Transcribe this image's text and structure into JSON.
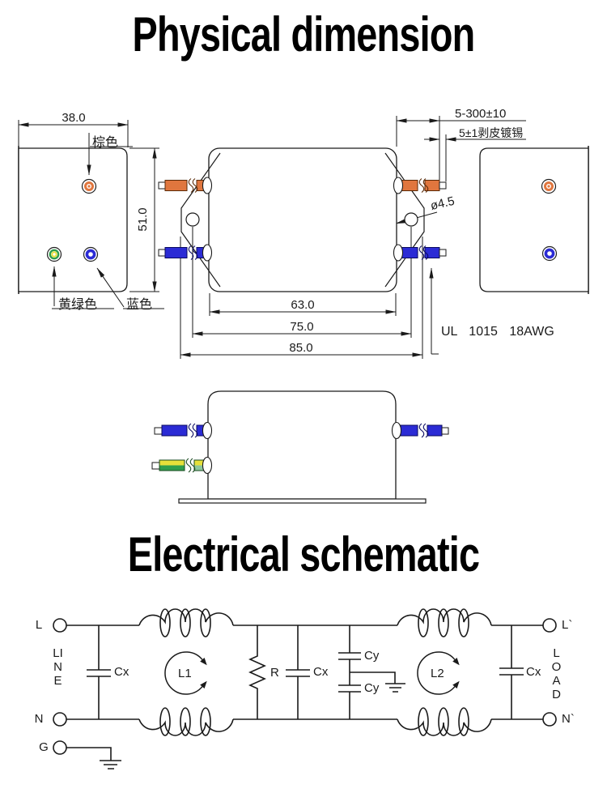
{
  "titles": {
    "physical": "Physical dimension",
    "electrical": "Electrical schematic"
  },
  "physical": {
    "dimensions": {
      "front_width": "38.0",
      "front_height": "51.0",
      "body_length": "63.0",
      "hole_spacing": "75.0",
      "flange_length": "85.0",
      "lead_length": "5-300±10",
      "strip_tin": "5±1剥皮镀锡",
      "hole_diameter": "ø4.5"
    },
    "wire_spec": "UL 1015 18AWG",
    "wire_labels": {
      "brown": "棕色",
      "yellow_green": "黄绿色",
      "blue": "蓝色"
    },
    "colors": {
      "brown_wire": "#E0763E",
      "blue_wire": "#2B2BD5",
      "yellow": "#E6E03A",
      "green": "#2F9E4D",
      "light_green": "#8CC79B",
      "line": "#1a1a1a"
    }
  },
  "schematic": {
    "terminals": {
      "l": "L",
      "n": "N",
      "g": "G",
      "l_out": "L`",
      "n_out": "N`"
    },
    "ports": {
      "input": "LINE",
      "output": "LOAD"
    },
    "components": {
      "cx_in": "Cx",
      "r": "R",
      "cx_mid": "Cx",
      "cy_top": "Cy",
      "cy_bottom": "Cy",
      "l1": "L1",
      "l2": "L2",
      "cx_out": "Cx"
    }
  }
}
